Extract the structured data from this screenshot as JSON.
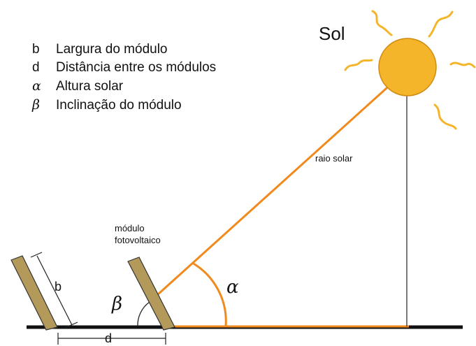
{
  "legend": [
    {
      "symbol": "b",
      "text": "Largura do módulo"
    },
    {
      "symbol": "d",
      "text": "Distância entre os módulos"
    },
    {
      "symbol": "α",
      "text": "Altura solar"
    },
    {
      "symbol": "β",
      "text": "Inclinação do módulo"
    }
  ],
  "sun": {
    "label": "Sol",
    "fill": "#f5b52a",
    "ray_color": "#f5b52a"
  },
  "ray_label": "raio solar",
  "module_label_line1": "módulo",
  "module_label_line2": "fotovoltaico",
  "angle_alpha": "α",
  "angle_beta": "β",
  "dim_b": "b",
  "dim_d": "d",
  "colors": {
    "ray": "#f08a1c",
    "module": "#b49a5a",
    "ground": "#111111"
  }
}
